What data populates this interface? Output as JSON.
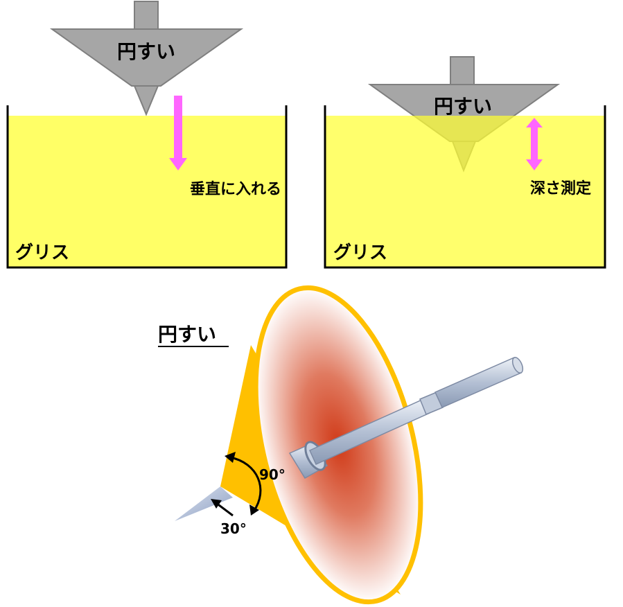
{
  "panel_left": {
    "cone_label": "円すい",
    "action_label": "垂直に入れる",
    "grease_label": "グリス"
  },
  "panel_right": {
    "cone_label": "円すい",
    "action_label": "深さ測定",
    "grease_label": "グリス"
  },
  "detail": {
    "title": "円すい",
    "angle_outer": "90°",
    "angle_tip": "30°"
  },
  "colors": {
    "grease": "#ffff66",
    "cone_gray": "#a6a6a6",
    "arrow_magenta": "#ff66ff",
    "cone_orange": "#ffc000",
    "cone_red": "#d84a2a",
    "shaft_steel": "#b0bed6"
  }
}
